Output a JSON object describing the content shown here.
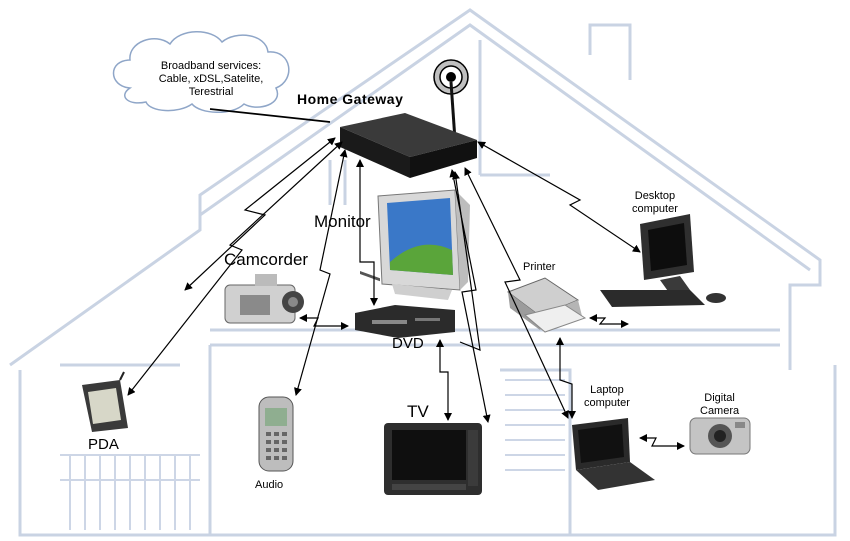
{
  "cloud": {
    "line1": "Broadband services:",
    "line2": "Cable, xDSL,Satelite,",
    "line3": "Terestrial"
  },
  "labels": {
    "gateway": "Home Gateway",
    "monitor": "Monitor",
    "camcorder": "Camcorder",
    "dvd": "DVD",
    "tv": "TV",
    "pda": "PDA",
    "audio": "Audio",
    "printer": "Printer",
    "desktop_1": "Desktop",
    "desktop_2": "computer",
    "laptop_1": "Laptop",
    "laptop_2": "computer",
    "camera_1": "Digital",
    "camera_2": "Camera"
  },
  "colors": {
    "house_line": "#c9d3e3",
    "house_fill": "#f2f5fa",
    "arrow": "#000000",
    "device_dark": "#222222"
  }
}
